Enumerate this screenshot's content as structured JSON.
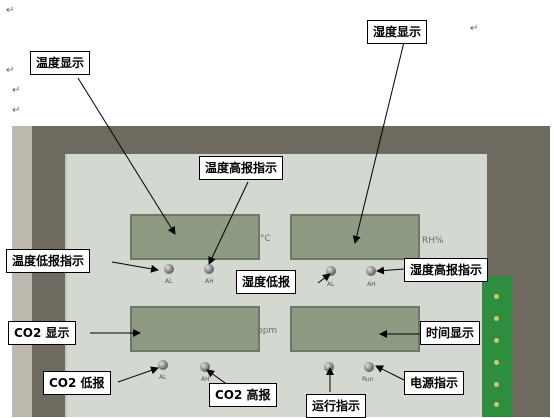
{
  "paragraph_mark": "↵",
  "units": {
    "temperature": "°C",
    "humidity": "RH%",
    "co2": "ppm"
  },
  "led_labels": {
    "al": "AL",
    "ah": "AH",
    "run": "Run"
  },
  "callouts": {
    "temp_display": "温度显示",
    "humidity_display": "湿度显示",
    "temp_high_alarm": "温度高报指示",
    "temp_low_alarm": "温度低报指示",
    "humidity_low_alarm": "湿度低报",
    "humidity_high_alarm": "湿度高报指示",
    "co2_display": "CO2 显示",
    "time_display": "时间显示",
    "co2_low_alarm": "CO2 低报",
    "co2_high_alarm": "CO2 高报",
    "run_indicator": "运行指示",
    "power_indicator": "电源指示"
  }
}
